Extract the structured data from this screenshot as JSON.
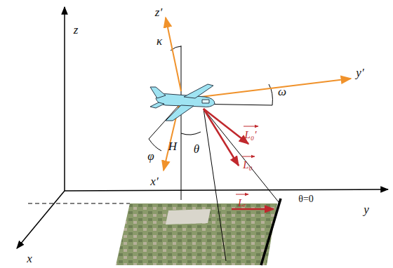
{
  "diagram": {
    "labels": [
      "z",
      "y",
      "x",
      "z′",
      "y′",
      "x′",
      "κ",
      "ω",
      "φ",
      "H",
      "θ",
      "L₀′",
      "L₀",
      "Lᵣ",
      "θ=0"
    ]
  }
}
